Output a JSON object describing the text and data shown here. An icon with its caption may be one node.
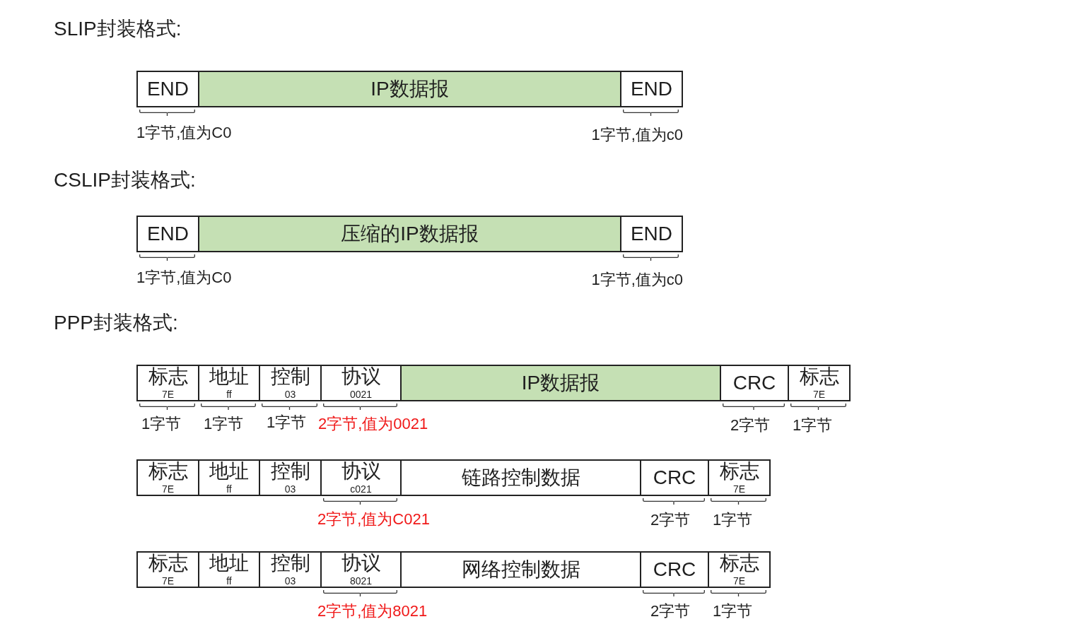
{
  "diagram": {
    "nodes": [
      {
        "text": [
          "END"
        ],
        "beside": [
          "1字节,值为C0"
        ]
      },
      {
        "text": [
          "IP数据报"
        ]
      },
      {
        "text": [
          "END"
        ],
        "beside": [
          "1字节,值为c0"
        ]
      },
      {
        "text": [
          "END"
        ],
        "beside": [
          "1字节,值为C0"
        ]
      },
      {
        "text": [
          "压缩的IP数据报"
        ]
      },
      {
        "text": [
          "END"
        ],
        "beside": [
          "1字节,值为c0"
        ]
      },
      {
        "text": [
          "标志",
          "7E"
        ],
        "beside": [
          "1字节"
        ]
      },
      {
        "text": [
          "地址",
          "ff"
        ],
        "beside": [
          "1字节"
        ]
      },
      {
        "text": [
          "控制",
          "03"
        ],
        "beside": [
          "1字节"
        ]
      },
      {
        "text": [
          "协议",
          "0021"
        ],
        "beside": [
          "2字节,值为0021"
        ]
      },
      {
        "text": [
          "IP数据报"
        ]
      },
      {
        "text": [
          "CRC"
        ],
        "beside": [
          "2字节"
        ]
      },
      {
        "text": [
          "标志",
          "7E"
        ],
        "beside": [
          "1字节"
        ]
      },
      {
        "text": [
          "标志",
          "7E"
        ]
      },
      {
        "text": [
          "地址",
          "ff"
        ]
      },
      {
        "text": [
          "控制",
          "03"
        ]
      },
      {
        "text": [
          "协议",
          "c021"
        ],
        "beside": [
          "2字节,值为C021"
        ]
      },
      {
        "text": [
          "链路控制数据"
        ]
      },
      {
        "text": [
          "CRC"
        ],
        "beside": [
          "2字节"
        ]
      },
      {
        "text": [
          "标志",
          "7E"
        ],
        "beside": [
          "1字节"
        ]
      },
      {
        "text": [
          "标志",
          "7E"
        ]
      },
      {
        "text": [
          "地址",
          "ff"
        ]
      },
      {
        "text": [
          "控制",
          "03"
        ]
      },
      {
        "text": [
          "协议",
          "8021"
        ],
        "beside": [
          "2字节,值为8021"
        ]
      },
      {
        "text": [
          "网络控制数据"
        ]
      },
      {
        "text": [
          "CRC"
        ],
        "beside": [
          "2字节"
        ]
      },
      {
        "text": [
          "标志",
          "7E"
        ],
        "beside": [
          "1字节"
        ]
      }
    ],
    "labels": [
      "SLIP封装格式:",
      "CSLIP封装格式:",
      "PPP封装格式:"
    ]
  }
}
